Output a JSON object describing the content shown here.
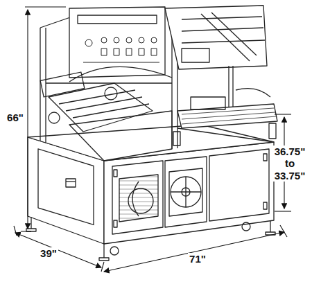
{
  "diagram": {
    "labels": [
      "66\"",
      "39\"",
      "71\"",
      "36.75\" to 33.75\""
    ]
  }
}
